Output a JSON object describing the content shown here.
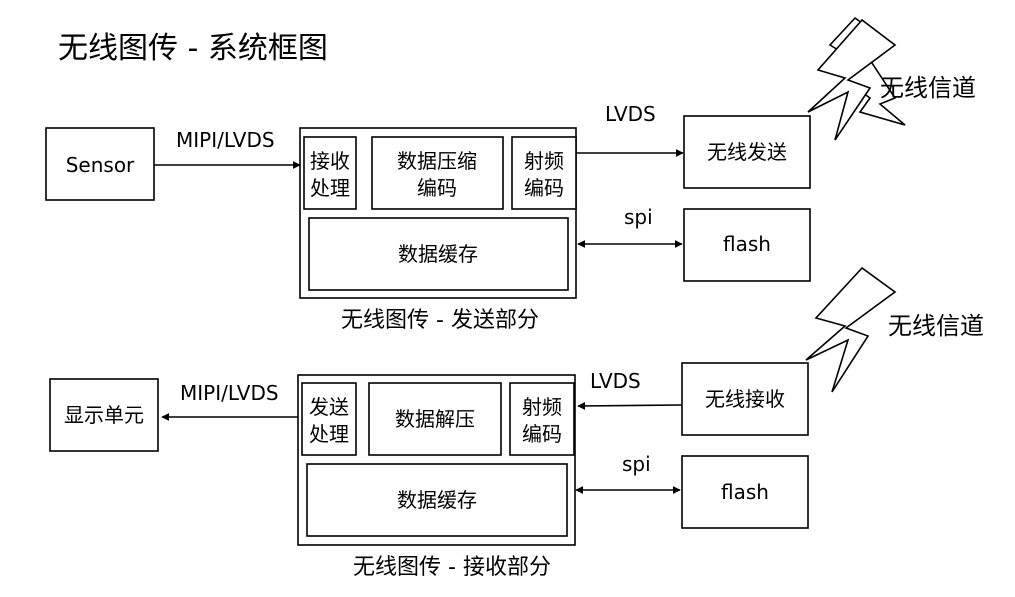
{
  "title": "无线图传 - 系统框图",
  "transmit": {
    "caption": "无线图传 - 发送部分",
    "sensor": "Sensor",
    "input_link": "MIPI/LVDS",
    "rx_proc": [
      "接收",
      "处理"
    ],
    "compress": [
      "数据压缩",
      "编码"
    ],
    "rf_encode": [
      "射频",
      "编码"
    ],
    "cache": "数据缓存",
    "lvds_link": "LVDS",
    "wireless_send": "无线发送",
    "spi_link": "spi",
    "flash": "flash",
    "channel": "无线信道"
  },
  "receive": {
    "caption": "无线图传 - 接收部分",
    "display": "显示单元",
    "output_link": "MIPI/LVDS",
    "tx_proc": [
      "发送",
      "处理"
    ],
    "decompress": "数据解压",
    "rf_encode": [
      "射频",
      "编码"
    ],
    "cache": "数据缓存",
    "lvds_link": "LVDS",
    "wireless_recv": "无线接收",
    "spi_link": "spi",
    "flash": "flash",
    "channel": "无线信道"
  }
}
